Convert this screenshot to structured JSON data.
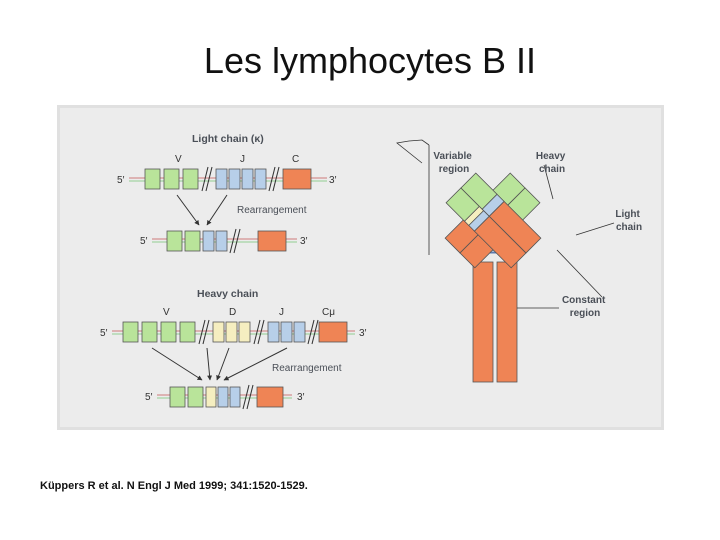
{
  "slide": {
    "title": "Les lymphocytes B II",
    "citation": "Küppers R et al. N Engl J Med 1999; 341:1520-1529."
  },
  "light_chain": {
    "title": "Light chain (κ)",
    "seg_v": "V",
    "seg_j": "J",
    "seg_c": "C",
    "end5": "5′",
    "end3": "3′",
    "rearrangement": "Rearrangement"
  },
  "heavy_chain": {
    "title": "Heavy chain",
    "seg_v": "V",
    "seg_d": "D",
    "seg_j": "J",
    "seg_c": "Cμ",
    "end5": "5′",
    "end3": "3′",
    "rearrangement": "Rearrangement"
  },
  "antibody": {
    "variable_region": [
      "Variable",
      "region"
    ],
    "heavy_chain": [
      "Heavy",
      "chain"
    ],
    "light_chain": [
      "Light",
      "chain"
    ],
    "constant_region": [
      "Constant",
      "region"
    ]
  },
  "colors": {
    "panel_bg": "#ececec",
    "v_segment": "#b9e49a",
    "d_segment": "#f5eec0",
    "j_segment": "#b7cfe9",
    "constant": "#ef8455",
    "hinge": "#5e7bb0",
    "accent_text": "#4a4f57"
  }
}
